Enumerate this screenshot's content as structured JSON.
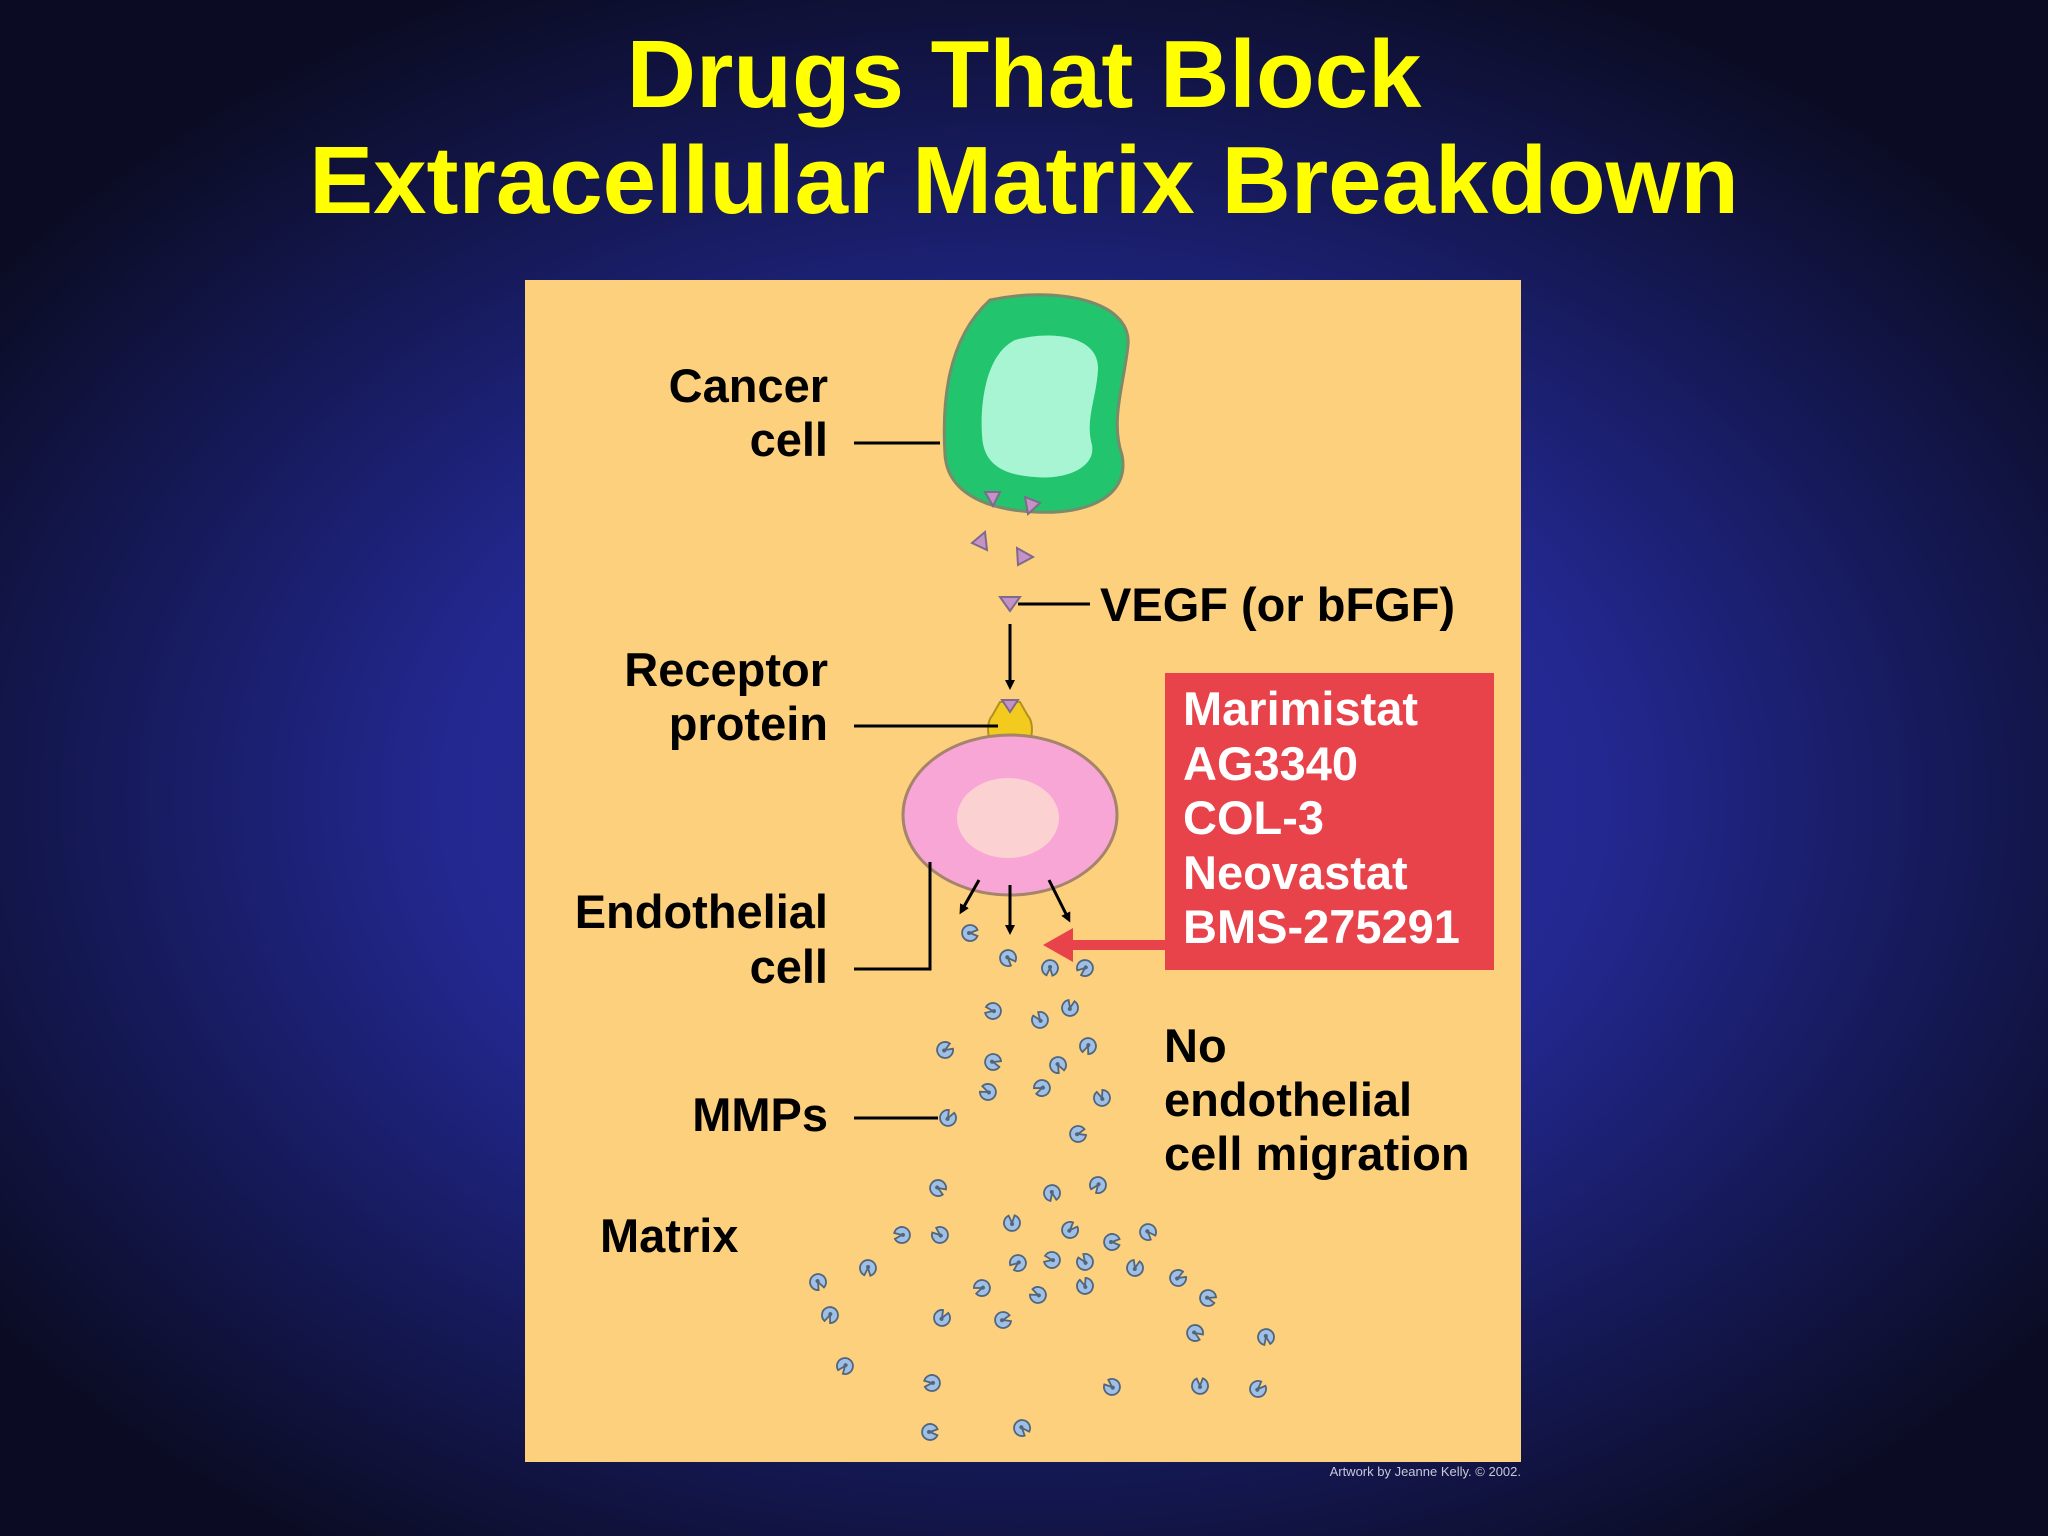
{
  "slide": {
    "title_line1": "Drugs That Block",
    "title_line2": "Extracellular Matrix Breakdown",
    "credit": "Artwork by Jeanne Kelly. © 2002."
  },
  "labels": {
    "cancer_cell_1": "Cancer",
    "cancer_cell_2": "cell",
    "vegf": "VEGF (or bFGF)",
    "receptor_1": "Receptor",
    "receptor_2": "protein",
    "endothelial_1": "Endothelial",
    "endothelial_2": "cell",
    "mmps": "MMPs",
    "matrix": "Matrix",
    "no_migration_1": "No",
    "no_migration_2": "endothelial",
    "no_migration_3": "cell migration"
  },
  "drugs": [
    "Marimistat",
    "AG3340",
    "COL-3",
    "Neovastat",
    "BMS-275291"
  ],
  "colors": {
    "title": "#ffff00",
    "panel": "#fdd07e",
    "cancer_cell": "#22c46e",
    "cancer_nucleus": "#a8f5d4",
    "endothelial_cell": "#f7a6d6",
    "endothelial_nucleus": "#fcd1d1",
    "receptor": "#f2cb1e",
    "vegf": "#c592c6",
    "mmp": "#9fbfe4",
    "drug_box": "#e8424a",
    "arrow": "#e8424a"
  },
  "icons": {
    "vegf_marker": "triangle",
    "mmp_marker": "pacman-circle"
  }
}
